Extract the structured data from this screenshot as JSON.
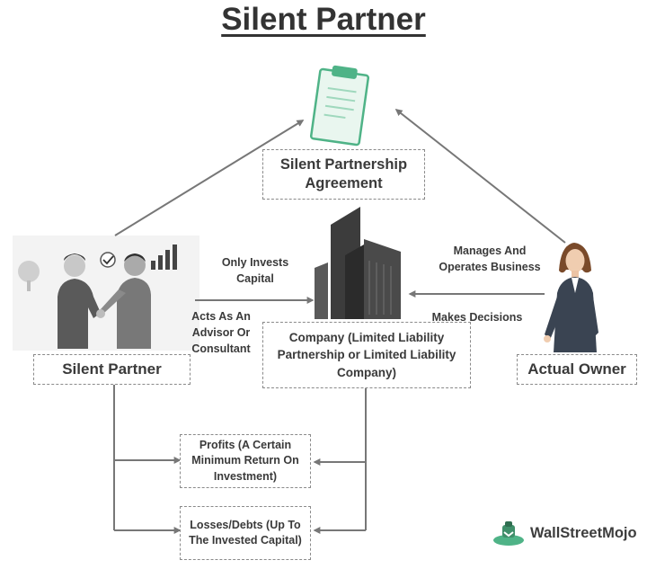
{
  "title": "Silent Partner",
  "agreement": "Silent Partnership Agreement",
  "company": "Company (Limited Liability Partnership or Limited Liability Company)",
  "silent_partner": "Silent Partner",
  "actual_owner": "Actual Owner",
  "labels": {
    "only_invests": "Only Invests Capital",
    "acts_as_advisor": "Acts As An Advisor Or Consultant",
    "manages": "Manages And Operates Business",
    "makes_decisions": "Makes Decisions"
  },
  "outcomes": {
    "profits": "Profits (A Certain Minimum Return On Investment)",
    "losses": "Losses/Debts (Up To The Invested Capital)"
  },
  "brand": "WallStreetMojo",
  "colors": {
    "accent_green": "#4fb387",
    "building": "#3c3c3c",
    "arrow": "#777777",
    "text": "#333333"
  }
}
